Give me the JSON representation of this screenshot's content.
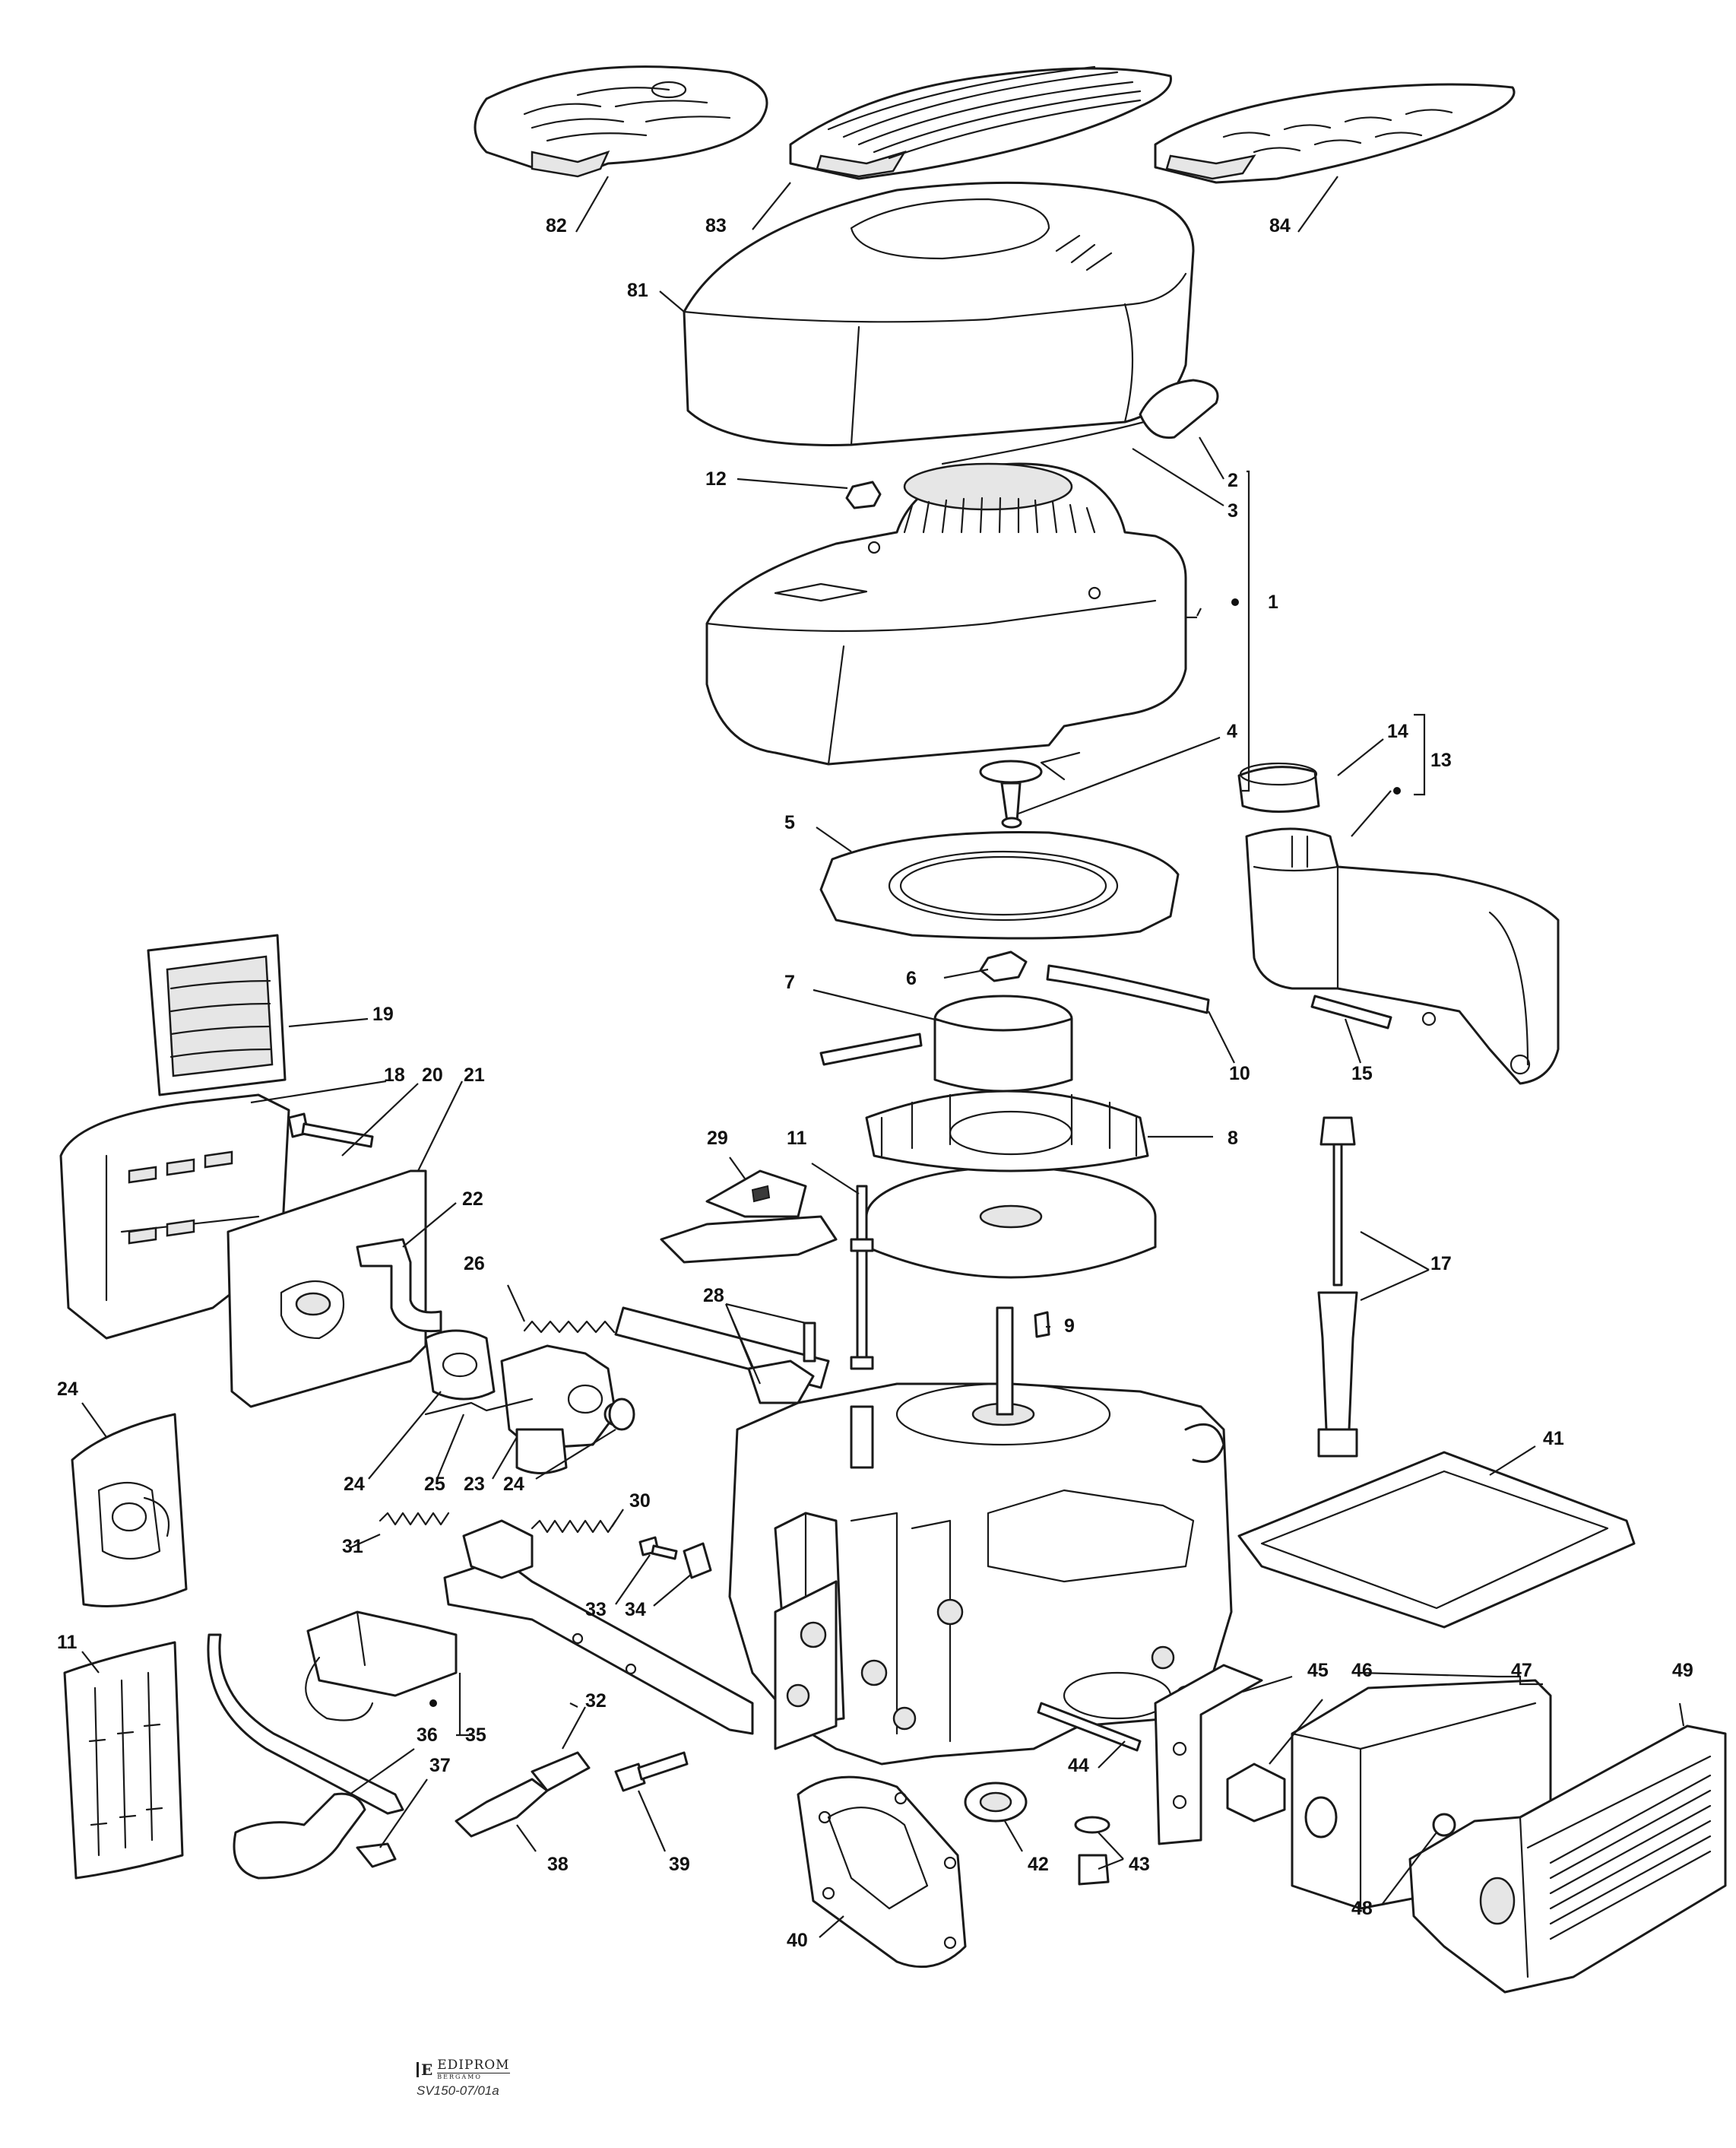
{
  "diagram": {
    "callouts": [
      {
        "id": "82",
        "label": "82"
      },
      {
        "id": "83",
        "label": "83"
      },
      {
        "id": "84",
        "label": "84"
      },
      {
        "id": "81",
        "label": "81"
      },
      {
        "id": "2",
        "label": "2"
      },
      {
        "id": "3",
        "label": "3"
      },
      {
        "id": "12",
        "label": "12"
      },
      {
        "id": "1",
        "label": "1"
      },
      {
        "id": "4",
        "label": "4"
      },
      {
        "id": "14",
        "label": "14"
      },
      {
        "id": "13",
        "label": "13"
      },
      {
        "id": "5",
        "label": "5"
      },
      {
        "id": "6",
        "label": "6"
      },
      {
        "id": "7",
        "label": "7"
      },
      {
        "id": "10",
        "label": "10"
      },
      {
        "id": "15",
        "label": "15"
      },
      {
        "id": "19",
        "label": "19"
      },
      {
        "id": "18",
        "label": "18"
      },
      {
        "id": "20",
        "label": "20"
      },
      {
        "id": "21",
        "label": "21"
      },
      {
        "id": "8",
        "label": "8"
      },
      {
        "id": "29",
        "label": "29"
      },
      {
        "id": "11a",
        "label": "11"
      },
      {
        "id": "22",
        "label": "22"
      },
      {
        "id": "17",
        "label": "17"
      },
      {
        "id": "26",
        "label": "26"
      },
      {
        "id": "28",
        "label": "28"
      },
      {
        "id": "9",
        "label": "9"
      },
      {
        "id": "24a",
        "label": "24"
      },
      {
        "id": "41",
        "label": "41"
      },
      {
        "id": "24b",
        "label": "24"
      },
      {
        "id": "25",
        "label": "25"
      },
      {
        "id": "23",
        "label": "23"
      },
      {
        "id": "24c",
        "label": "24"
      },
      {
        "id": "30",
        "label": "30"
      },
      {
        "id": "31",
        "label": "31"
      },
      {
        "id": "33",
        "label": "33"
      },
      {
        "id": "34",
        "label": "34"
      },
      {
        "id": "11b",
        "label": "11"
      },
      {
        "id": "45",
        "label": "45"
      },
      {
        "id": "46",
        "label": "46"
      },
      {
        "id": "47",
        "label": "47"
      },
      {
        "id": "49",
        "label": "49"
      },
      {
        "id": "35",
        "label": "35"
      },
      {
        "id": "36",
        "label": "36"
      },
      {
        "id": "37",
        "label": "37"
      },
      {
        "id": "32",
        "label": "32"
      },
      {
        "id": "44",
        "label": "44"
      },
      {
        "id": "42",
        "label": "42"
      },
      {
        "id": "43",
        "label": "43"
      },
      {
        "id": "38",
        "label": "38"
      },
      {
        "id": "39",
        "label": "39"
      },
      {
        "id": "48",
        "label": "48"
      },
      {
        "id": "40",
        "label": "40"
      }
    ]
  },
  "brand": {
    "logo_mark": "E",
    "logo_text": "EDIPROM",
    "logo_sub": "BERGAMO",
    "drawing_code": "SV150-07/01a"
  }
}
